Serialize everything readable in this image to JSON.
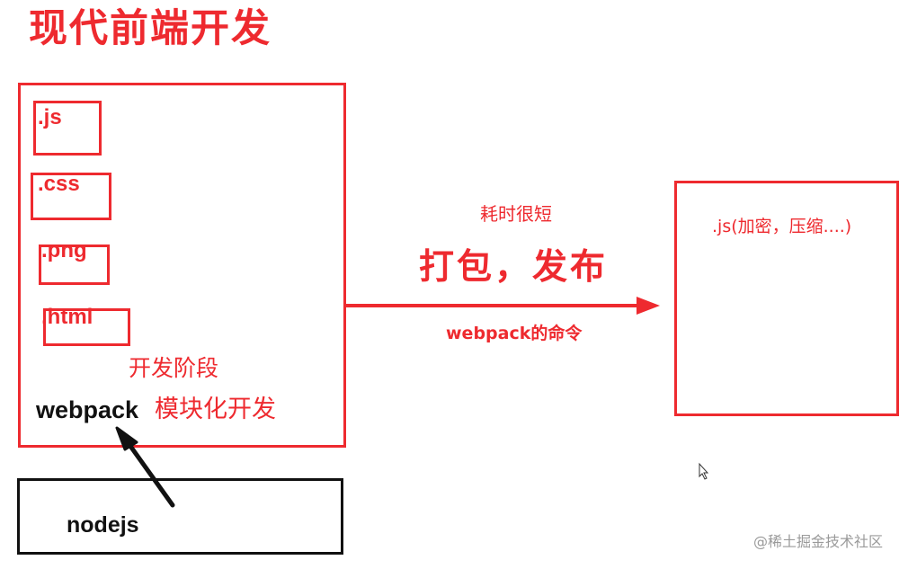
{
  "title": "现代前端开发",
  "dev_box": {
    "files": [
      ".js",
      ".css",
      ".png",
      ".html"
    ],
    "stage_label": "开发阶段",
    "tool": "webpack",
    "modular_label": "模块化开发"
  },
  "runtime_box": {
    "label": "nodejs"
  },
  "arrow": {
    "top_label": "耗时很短",
    "main_label": "打包，发布",
    "bottom_label": "webpack的命令"
  },
  "output_box": {
    "label": ".js(加密，压缩....)"
  },
  "watermark": "@稀土掘金技术社区",
  "colors": {
    "accent": "#ee2a2f",
    "dark": "#111111"
  }
}
